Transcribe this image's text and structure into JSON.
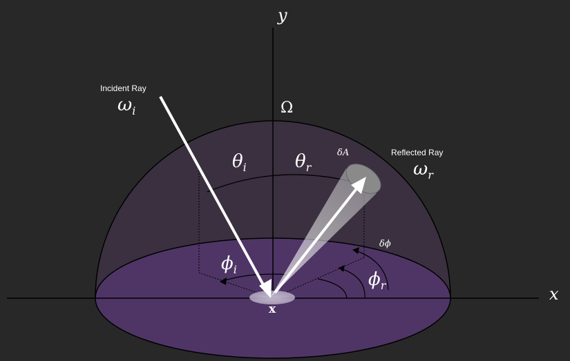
{
  "axes": {
    "y_label": "y",
    "x_label": "x"
  },
  "hemisphere": {
    "label": "Ω"
  },
  "incident": {
    "title": "Incident Ray",
    "symbol": "ω",
    "subscript": "i"
  },
  "reflected": {
    "title": "Reflected Ray",
    "symbol": "ω",
    "subscript": "r"
  },
  "angles": {
    "theta_i": {
      "symbol": "θ",
      "subscript": "i"
    },
    "theta_r": {
      "symbol": "θ",
      "subscript": "r"
    },
    "phi_i": {
      "symbol": "ϕ",
      "subscript": "i"
    },
    "phi_r": {
      "symbol": "ϕ",
      "subscript": "r"
    },
    "delta_phi": "δϕ",
    "delta_a": "δA"
  },
  "point": {
    "label": "x"
  },
  "colors": {
    "background": "#282828",
    "disk_fill": "#4f3566",
    "dome_fill": "#3a3040",
    "rays": "#ffffff",
    "lines": "#000000"
  }
}
